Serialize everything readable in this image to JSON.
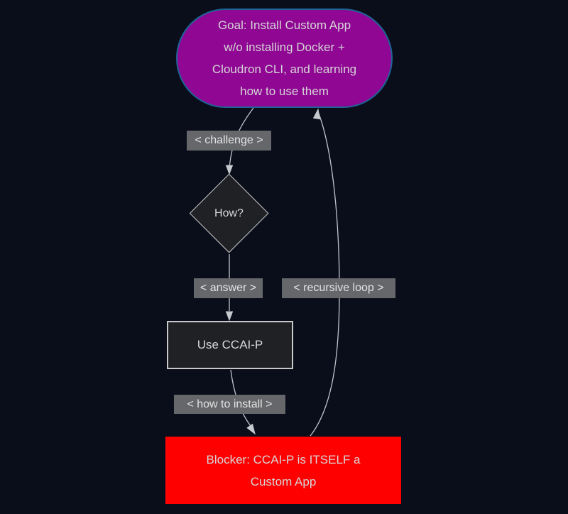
{
  "diagram": {
    "type": "flowchart",
    "background_color": "#0a0e1b",
    "nodes": {
      "goal": {
        "shape": "stadium",
        "fill": "#8f0793",
        "border_color": "#1d6596",
        "lines": [
          "Goal: Install Custom App",
          "w/o installing Docker +",
          "Cloudron CLI, and learning",
          "how to use them"
        ]
      },
      "how": {
        "shape": "diamond",
        "fill": "#1f2125",
        "border_color": "#cccccc",
        "label": "How?"
      },
      "use_ccaip": {
        "shape": "rect",
        "fill": "#1f2125",
        "border_color": "#c9c9c9",
        "label": "Use CCAI-P"
      },
      "blocker": {
        "shape": "rect",
        "fill": "#ff0000",
        "lines": [
          "Blocker: CCAI-P is ITSELF a",
          "Custom App"
        ]
      }
    },
    "edges": {
      "challenge": {
        "from": "goal",
        "to": "how",
        "label": "< challenge >"
      },
      "answer": {
        "from": "how",
        "to": "use_ccaip",
        "label": "< answer >"
      },
      "how_to_install": {
        "from": "use_ccaip",
        "to": "blocker",
        "label": "< how to install >"
      },
      "recursive_loop": {
        "from": "blocker",
        "to": "goal",
        "label": "< recursive loop >"
      }
    },
    "colors": {
      "edge_line": "#c0c4ca",
      "arrowhead": "#c6cacf",
      "edge_label_bg": "#65676a",
      "edge_label_text": "#e3e3e3",
      "node_text": "#d6d6d6"
    }
  }
}
